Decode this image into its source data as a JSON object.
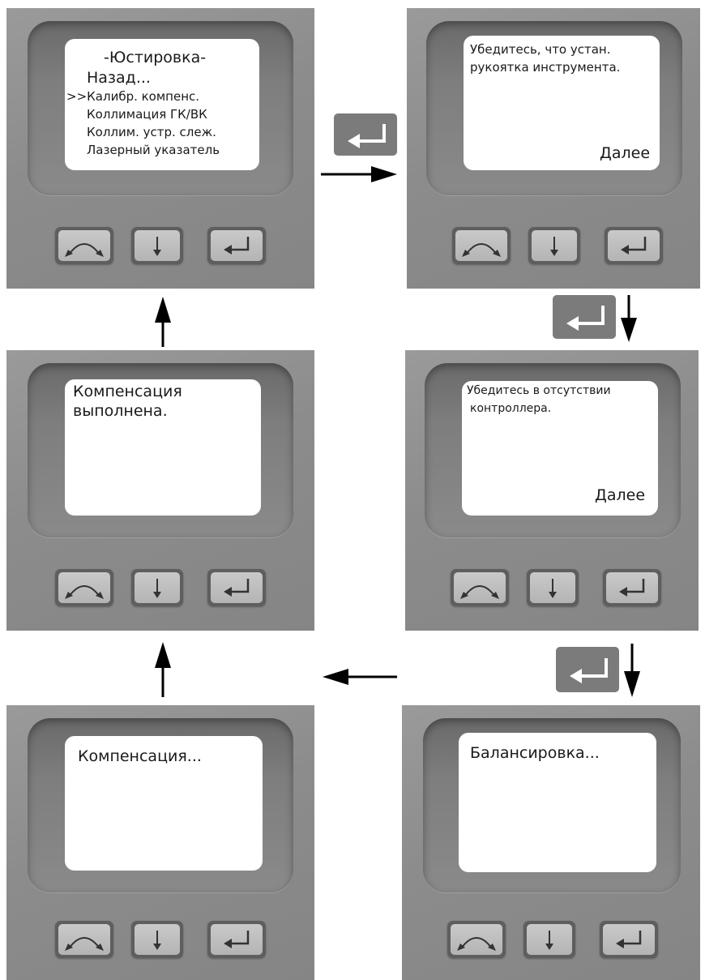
{
  "panels": [
    {
      "lines": [
        "-Юстировка-",
        "Назад...",
        ">>Калибр. компенс.",
        "Коллимация ГК/ВК",
        "Коллим. устр. слеж.",
        "Лазерный указатель"
      ]
    },
    {
      "lines": [
        "Убедитесь, что устан.",
        "рукоятка инструмента."
      ],
      "next": "Далее"
    },
    {
      "lines": [
        "Компенсация",
        "выполнена."
      ]
    },
    {
      "lines": [
        "Убедитесь в отсутствии",
        "контроллера."
      ],
      "next": "Далее"
    },
    {
      "lines": [
        "Компенсация..."
      ]
    },
    {
      "lines": [
        "Балансировка..."
      ]
    }
  ],
  "buttons": {
    "left": "switch-icon",
    "middle": "arrow-down-icon",
    "right": "enter-icon"
  },
  "colors": {
    "panel": "#8c8c8c",
    "screen": "#ffffff",
    "badge": "#7b7b7b",
    "arrow": "#000000"
  }
}
